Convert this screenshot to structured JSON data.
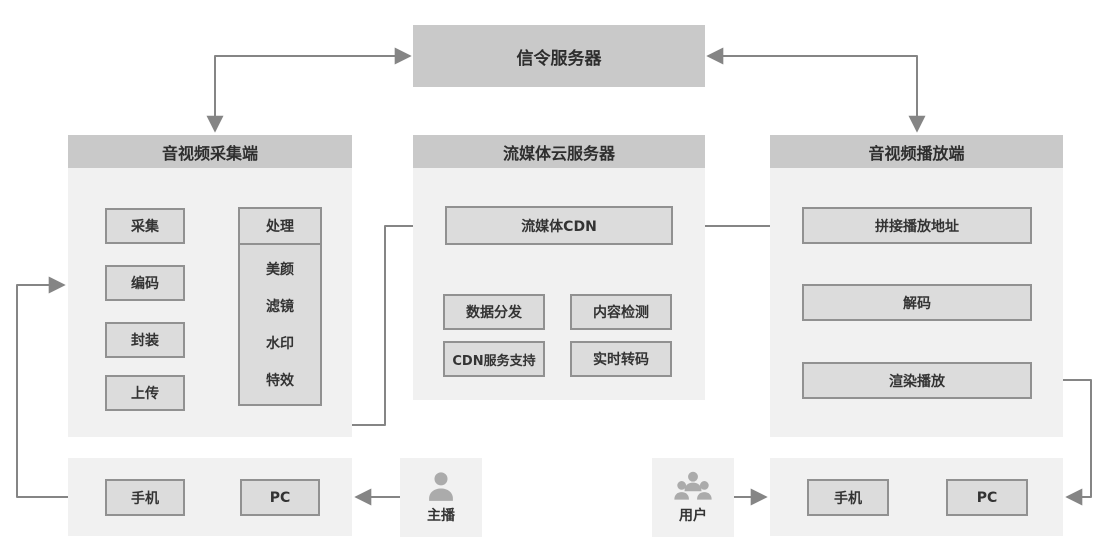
{
  "colors": {
    "header_gray": "#c9c9c9",
    "panel_gray": "#f1f1f1",
    "node_fill": "#dcdcdc",
    "node_border": "#919191",
    "wire": "#858585",
    "icon_gray": "#ababab",
    "text": "#333333"
  },
  "signaling": {
    "label": "信令服务器"
  },
  "capture": {
    "title": "音视频采集端",
    "collect": "采集",
    "process": "处理",
    "effects": [
      "美颜",
      "滤镜",
      "水印",
      "特效"
    ],
    "encode": "编码",
    "package": "封装",
    "upload": "上传"
  },
  "media": {
    "title": "流媒体云服务器",
    "cdn": "流媒体CDN",
    "features": [
      "数据分发",
      "内容检测",
      "CDN服务支持",
      "实时转码"
    ]
  },
  "playback": {
    "title": "音视频播放端",
    "steps": [
      "拼接播放地址",
      "解码",
      "渲染播放"
    ]
  },
  "anchor_devices": {
    "phone": "手机",
    "pc": "PC"
  },
  "viewer_devices": {
    "phone": "手机",
    "pc": "PC"
  },
  "anchor": {
    "label": "主播"
  },
  "users": {
    "label": "用户"
  },
  "edges": [
    {
      "from": "音视频采集端",
      "to": "信令服务器",
      "direction": "both"
    },
    {
      "from": "音视频播放端",
      "to": "信令服务器",
      "direction": "both"
    },
    {
      "from": "采集",
      "to": "处理",
      "direction": "forward"
    },
    {
      "from": "处理(美颜/滤镜/水印/特效)",
      "to": "编码",
      "direction": "forward"
    },
    {
      "from": "编码",
      "to": "封装",
      "direction": "forward"
    },
    {
      "from": "封装",
      "to": "上传",
      "direction": "forward"
    },
    {
      "from": "上传",
      "to": "流媒体CDN",
      "direction": "forward"
    },
    {
      "from": "流媒体CDN",
      "to": "拼接播放地址",
      "direction": "forward"
    },
    {
      "from": "拼接播放地址",
      "to": "解码",
      "direction": "forward"
    },
    {
      "from": "解码",
      "to": "渲染播放",
      "direction": "forward"
    },
    {
      "from": "渲染播放",
      "to": "用户设备(手机/PC)",
      "direction": "forward"
    },
    {
      "from": "主播",
      "to": "主播设备(手机/PC)",
      "direction": "forward"
    },
    {
      "from": "主播设备(手机/PC)",
      "to": "音视频采集端",
      "direction": "forward"
    },
    {
      "from": "用户",
      "to": "用户设备(手机/PC)",
      "direction": "forward"
    }
  ]
}
